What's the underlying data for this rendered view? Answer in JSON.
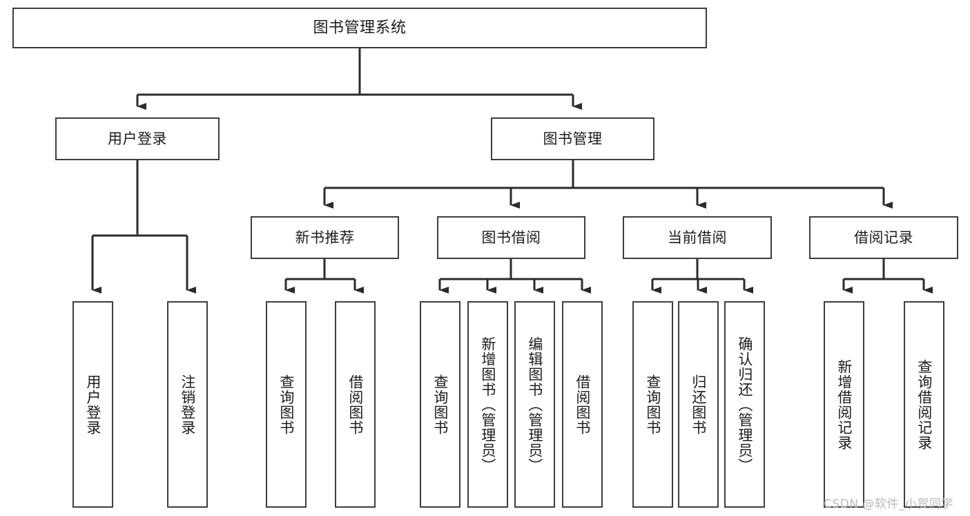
{
  "diagram": {
    "title": "图书管理系统",
    "type": "tree-hierarchy-chart",
    "colors": {
      "box_border": "#3d3d3d",
      "box_fill": "#ffffff",
      "connector": "#2b2b2b",
      "text": "#1c1c1c",
      "watermark": "#b9b9b9",
      "background": "#ffffff"
    },
    "root": {
      "label": "图书管理系统"
    },
    "level2": [
      {
        "label": "用户登录"
      },
      {
        "label": "图书管理"
      }
    ],
    "level3": [
      {
        "label": "新书推荐"
      },
      {
        "label": "图书借阅"
      },
      {
        "label": "当前借阅"
      },
      {
        "label": "借阅记录"
      }
    ],
    "leaves": {
      "user_login": [
        {
          "label": "用户登录"
        },
        {
          "label": "注销登录"
        }
      ],
      "new_book_recommend": [
        {
          "label": "查询图书"
        },
        {
          "label": "借阅图书"
        }
      ],
      "book_borrow": [
        {
          "label": "查询图书"
        },
        {
          "label": "新增图书（管理员）"
        },
        {
          "label": "编辑图书（管理员）"
        },
        {
          "label": "借阅图书"
        }
      ],
      "current_borrow": [
        {
          "label": "查询图书"
        },
        {
          "label": "归还图书"
        },
        {
          "label": "确认归还（管理员）"
        }
      ],
      "borrow_record": [
        {
          "label": "新增借阅记录"
        },
        {
          "label": "查询借阅记录"
        }
      ]
    }
  },
  "watermark": {
    "text": "CSDN @软件_小贺同学"
  }
}
